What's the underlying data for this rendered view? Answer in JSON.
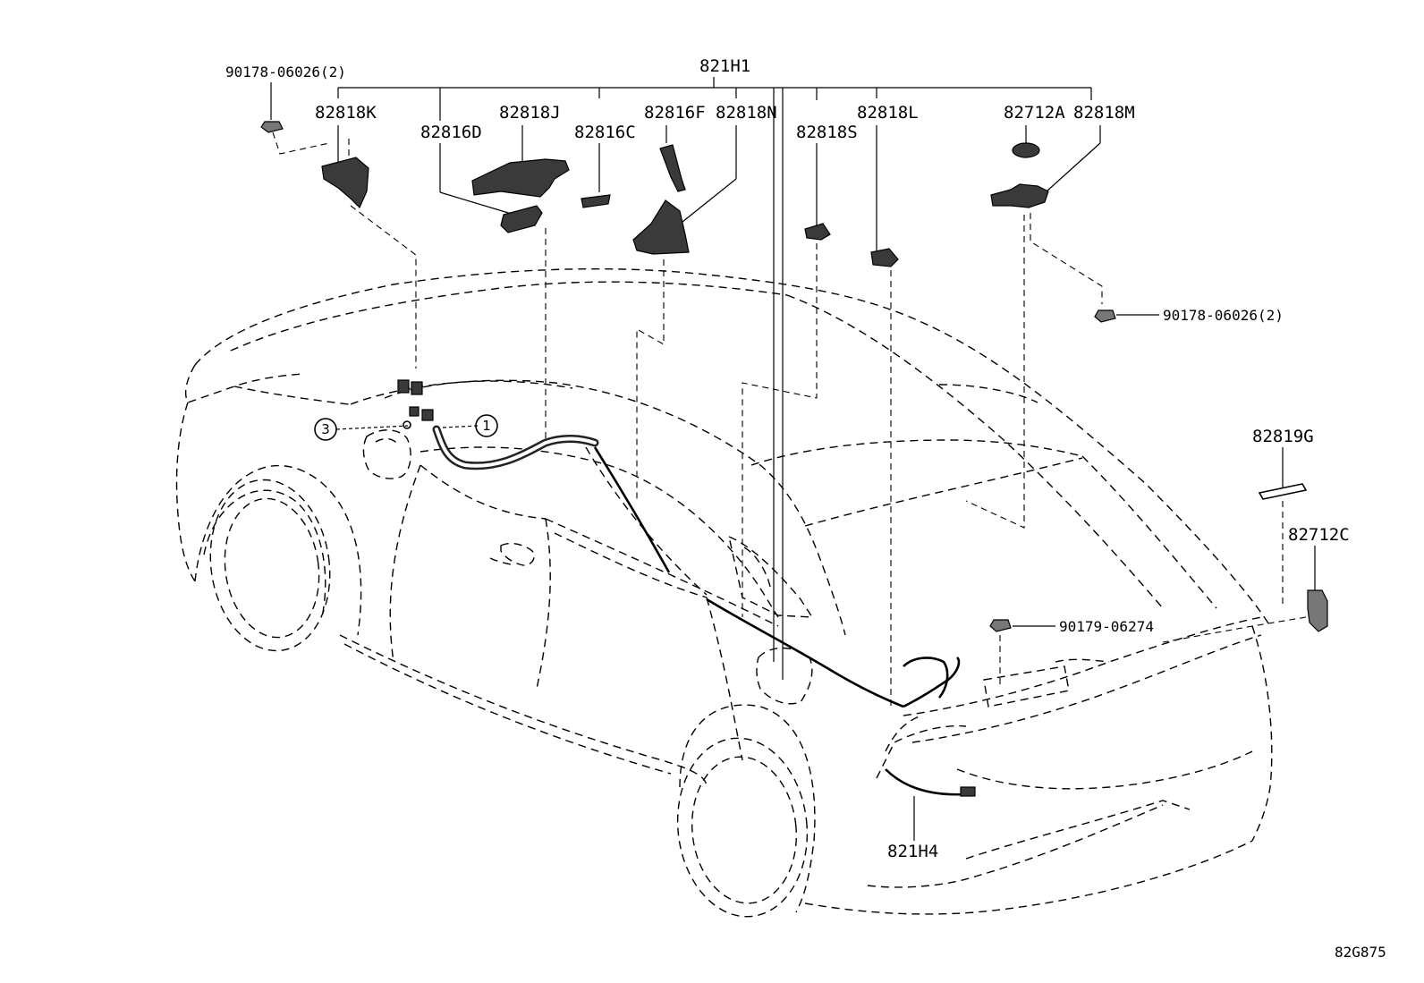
{
  "labels": {
    "main_harness": "821H1",
    "clip_top_left": "90178-06026(2)",
    "p82818K": "82818K",
    "p82816D": "82816D",
    "p82818J": "82818J",
    "p82816C": "82816C",
    "p82816F": "82816F",
    "p82818N": "82818N",
    "p82818S": "82818S",
    "p82818L": "82818L",
    "p82712A": "82712A",
    "p82818M": "82818M",
    "clip_right": "90178-06026(2)",
    "p82819G": "82819G",
    "p82712C": "82712C",
    "clip_rear": "90179-06274",
    "rear_harness": "821H4",
    "ref_code": "82G875",
    "callout_1": "1",
    "callout_3": "3"
  }
}
